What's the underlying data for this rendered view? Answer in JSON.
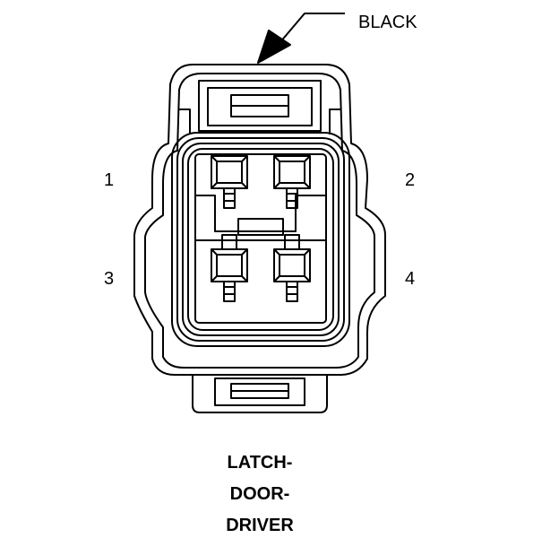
{
  "callout": {
    "label": "BLACK"
  },
  "pins": [
    {
      "number": "1"
    },
    {
      "number": "2"
    },
    {
      "number": "3"
    },
    {
      "number": "4"
    }
  ],
  "caption": {
    "line1": "LATCH-",
    "line2": "DOOR-",
    "line3": "DRIVER"
  },
  "colors": {
    "stroke": "#000000",
    "background": "#ffffff"
  }
}
